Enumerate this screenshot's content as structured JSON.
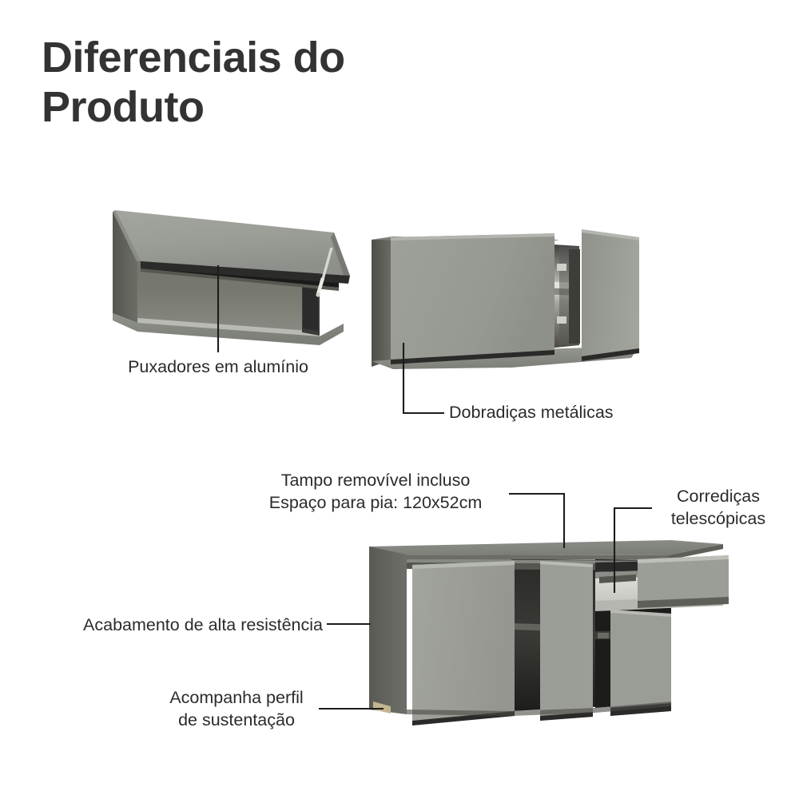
{
  "page": {
    "background_color": "#ffffff",
    "title": "Diferenciais do\nProduto",
    "title_color": "#333333"
  },
  "palette": {
    "door_face": "#9a9c96",
    "door_face_light": "#a6a8a2",
    "side_panel": "#6a6b67",
    "top_surface": "#8e908b",
    "interior_dark": "#2e2e2e",
    "interior_mid": "#4a4a48",
    "handle_dark": "#1e1e1e",
    "leader_line": "#1c1c1c",
    "foot_beige": "#c3b68f"
  },
  "callouts": [
    {
      "id": "puxadores",
      "name": "callout-puxadores-em-aluminio",
      "text": "Puxadores em alumínio",
      "align": "left"
    },
    {
      "id": "dobradicas",
      "name": "callout-dobradicas-metalicas",
      "text": "Dobradiças metálicas",
      "align": "left"
    },
    {
      "id": "tampo",
      "name": "callout-tampo-removivel",
      "text": "Tampo removível incluso\nEspaço para pia: 120x52cm",
      "align": "center"
    },
    {
      "id": "corredicas",
      "name": "callout-corredicas-telescopicas",
      "text": "Corrediças\ntelescópicas",
      "align": "center"
    },
    {
      "id": "acabamento",
      "name": "callout-acabamento-alta-resistencia",
      "text": "Acabamento de alta resistência",
      "align": "right"
    },
    {
      "id": "perfil",
      "name": "callout-acompanha-perfil-sustentacao",
      "text": "Acompanha perfil\nde sustentação",
      "align": "center"
    }
  ],
  "illustrations": [
    {
      "id": "wall-cabinet-flip-up",
      "label": "Armário aéreo com porta basculante",
      "feature": "Puxadores em alumínio"
    },
    {
      "id": "wall-cabinet-two-doors",
      "label": "Armário aéreo com duas portas abertas",
      "feature": "Dobradiças metálicas"
    },
    {
      "id": "base-cabinet-counter",
      "label": "Balcão com tampo, portas abertas e gaveta",
      "feature": "Tampo removível, corrediças telescópicas, perfil de sustentação"
    }
  ]
}
